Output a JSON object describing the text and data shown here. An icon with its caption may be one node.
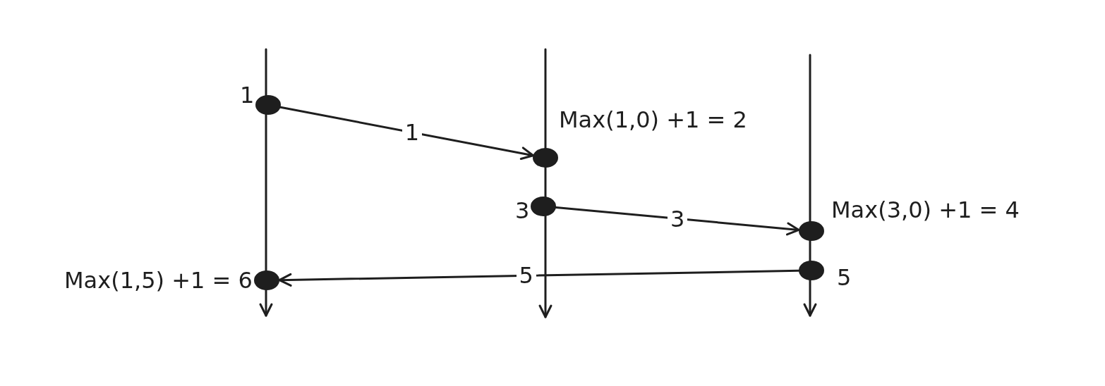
{
  "diagram": {
    "nodes": [
      {
        "text": [],
        "shape": "circle",
        "beside": [
          "1"
        ]
      },
      {
        "text": [],
        "shape": "circle",
        "beside": [
          "Max(1,0) +1 = 2"
        ]
      },
      {
        "text": [],
        "shape": "circle",
        "beside": [
          "3"
        ]
      },
      {
        "text": [],
        "shape": "circle",
        "beside": [
          "Max(3,0) +1 = 4"
        ]
      },
      {
        "text": [],
        "shape": "circle",
        "beside": [
          "5"
        ]
      },
      {
        "text": [],
        "shape": "circle",
        "beside": [
          "Max(1,5) +1 = 6"
        ]
      }
    ],
    "edges": [
      {
        "from": 0,
        "to": 1,
        "arrow": "to",
        "label": "1"
      },
      {
        "from": 2,
        "to": 3,
        "arrow": "to",
        "label": "3"
      },
      {
        "from": 4,
        "to": 5,
        "arrow": "to",
        "label": "5"
      }
    ]
  }
}
